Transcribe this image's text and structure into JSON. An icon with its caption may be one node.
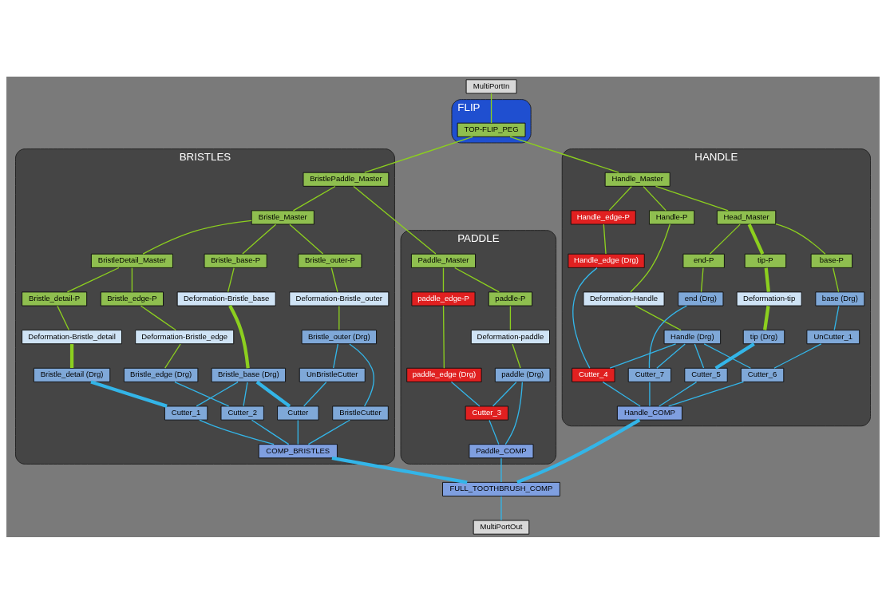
{
  "diagram": {
    "nodes": [
      {
        "text": [
          "MultiPortIn"
        ]
      },
      {
        "text": [
          "FLIP"
        ]
      },
      {
        "text": [
          "TOP-FLIP_PEG"
        ],
        "in": 1
      },
      {
        "text": [
          "BRISTLES"
        ]
      },
      {
        "text": [
          "BristlePaddle_Master"
        ],
        "in": 3
      },
      {
        "text": [
          "Bristle_Master"
        ],
        "in": 3
      },
      {
        "text": [
          "BristleDetail_Master"
        ],
        "in": 3
      },
      {
        "text": [
          "Bristle_outer-P"
        ],
        "in": 3
      },
      {
        "text": [
          "Bristle_detail-P"
        ],
        "in": 3
      },
      {
        "text": [
          "Bristle_edge-P"
        ],
        "in": 3
      },
      {
        "text": [
          "Bristle_base-P"
        ],
        "in": 3
      },
      {
        "text": [
          "Deformation-Bristle_outer"
        ],
        "in": 3
      },
      {
        "text": [
          "Deformation-Bristle_detail"
        ],
        "in": 3
      },
      {
        "text": [
          "Deformation-Bristle_edge"
        ],
        "in": 3
      },
      {
        "text": [
          "Deformation-Bristle_base"
        ],
        "in": 3
      },
      {
        "text": [
          "Bristle_outer (Drg)"
        ],
        "in": 3
      },
      {
        "text": [
          "Bristle_detail (Drg)"
        ],
        "in": 3
      },
      {
        "text": [
          "Bristle_edge (Drg)"
        ],
        "in": 3
      },
      {
        "text": [
          "Bristle_base (Drg)"
        ],
        "in": 3
      },
      {
        "text": [
          "BristleCutter"
        ],
        "in": 3
      },
      {
        "text": [
          "UnBristleCutter"
        ],
        "in": 3
      },
      {
        "text": [
          "Cutter_1"
        ],
        "in": 3
      },
      {
        "text": [
          "Cutter_2"
        ],
        "in": 3
      },
      {
        "text": [
          "Cutter"
        ],
        "in": 3
      },
      {
        "text": [
          "COMP_BRISTLES"
        ],
        "in": 3
      },
      {
        "text": [
          "PADDLE"
        ]
      },
      {
        "text": [
          "Paddle_Master"
        ],
        "in": 25
      },
      {
        "text": [
          "paddle_edge-P"
        ],
        "in": 25
      },
      {
        "text": [
          "paddle-P"
        ],
        "in": 25
      },
      {
        "text": [
          "Deformation-paddle"
        ],
        "in": 25
      },
      {
        "text": [
          "paddle_edge (Drg)"
        ],
        "in": 25
      },
      {
        "text": [
          "paddle (Drg)"
        ],
        "in": 25
      },
      {
        "text": [
          "Cutter_3"
        ],
        "in": 25
      },
      {
        "text": [
          "Paddle_COMP"
        ],
        "in": 25
      },
      {
        "text": [
          "HANDLE"
        ]
      },
      {
        "text": [
          "Handle_Master"
        ],
        "in": 34
      },
      {
        "text": [
          "Head_Master"
        ],
        "in": 34
      },
      {
        "text": [
          "base-P"
        ],
        "in": 34
      },
      {
        "text": [
          "Handle_edge-P"
        ],
        "in": 34
      },
      {
        "text": [
          "tip-P"
        ],
        "in": 34
      },
      {
        "text": [
          "Handle-P"
        ],
        "in": 34
      },
      {
        "text": [
          "end-P"
        ],
        "in": 34
      },
      {
        "text": [
          "Deformation-tip"
        ],
        "in": 34
      },
      {
        "text": [
          "Deformation-Handle"
        ],
        "in": 34
      },
      {
        "text": [
          "base (Drg)"
        ],
        "in": 34
      },
      {
        "text": [
          "Handle_edge (Drg)"
        ],
        "in": 34
      },
      {
        "text": [
          "tip (Drg)"
        ],
        "in": 34
      },
      {
        "text": [
          "Handle (Drg)"
        ],
        "in": 34
      },
      {
        "text": [
          "end (Drg)"
        ],
        "in": 34
      },
      {
        "text": [
          "UnCutter_1"
        ],
        "in": 34
      },
      {
        "text": [
          "Cutter_4"
        ],
        "in": 34
      },
      {
        "text": [
          "Cutter_5"
        ],
        "in": 34
      },
      {
        "text": [
          "Cutter_6"
        ],
        "in": 34
      },
      {
        "text": [
          "Cutter_7"
        ],
        "in": 34
      },
      {
        "text": [
          "Handle_COMP"
        ],
        "in": 34
      },
      {
        "text": [
          "FULL_TOOTHBRUSH_COMP"
        ]
      },
      {
        "text": [
          "MultiPortOut"
        ]
      }
    ],
    "edges": [
      {
        "from": 0,
        "to": 2,
        "arrow": "none",
        "color": "#8ccf1f"
      },
      {
        "from": 2,
        "to": 4,
        "arrow": "none",
        "color": "#8ccf1f"
      },
      {
        "from": 2,
        "to": 35,
        "arrow": "none",
        "color": "#8ccf1f"
      },
      {
        "from": 4,
        "to": 5,
        "arrow": "none",
        "color": "#8ccf1f"
      },
      {
        "from": 4,
        "to": 26,
        "arrow": "none",
        "color": "#8ccf1f"
      },
      {
        "from": 5,
        "to": 7,
        "arrow": "none",
        "color": "#8ccf1f"
      },
      {
        "from": 5,
        "to": 6,
        "arrow": "none",
        "color": "#8ccf1f"
      },
      {
        "from": 5,
        "to": 10,
        "arrow": "none",
        "color": "#8ccf1f"
      },
      {
        "from": 6,
        "to": 8,
        "arrow": "none",
        "color": "#8ccf1f"
      },
      {
        "from": 6,
        "to": 9,
        "arrow": "none",
        "color": "#8ccf1f"
      },
      {
        "from": 7,
        "to": 11,
        "arrow": "none",
        "color": "#8ccf1f"
      },
      {
        "from": 8,
        "to": 12,
        "arrow": "none",
        "color": "#8ccf1f"
      },
      {
        "from": 9,
        "to": 13,
        "arrow": "none",
        "color": "#8ccf1f"
      },
      {
        "from": 10,
        "to": 14,
        "arrow": "none",
        "color": "#8ccf1f"
      },
      {
        "from": 11,
        "to": 15,
        "arrow": "none",
        "color": "#8ccf1f"
      },
      {
        "from": 12,
        "to": 16,
        "arrow": "none",
        "color": "#8ccf1f",
        "style": "thick"
      },
      {
        "from": 13,
        "to": 17,
        "arrow": "none",
        "color": "#8ccf1f"
      },
      {
        "from": 14,
        "to": 18,
        "arrow": "none",
        "color": "#8ccf1f",
        "style": "thick"
      },
      {
        "from": 15,
        "to": 19,
        "arrow": "none",
        "color": "#33b5e8"
      },
      {
        "from": 15,
        "to": 20,
        "arrow": "none",
        "color": "#33b5e8"
      },
      {
        "from": 16,
        "to": 21,
        "arrow": "none",
        "color": "#33b5e8",
        "style": "thick"
      },
      {
        "from": 18,
        "to": 21,
        "arrow": "none",
        "color": "#33b5e8"
      },
      {
        "from": 17,
        "to": 22,
        "arrow": "none",
        "color": "#33b5e8"
      },
      {
        "from": 18,
        "to": 22,
        "arrow": "none",
        "color": "#33b5e8"
      },
      {
        "from": 20,
        "to": 23,
        "arrow": "none",
        "color": "#33b5e8"
      },
      {
        "from": 18,
        "to": 23,
        "arrow": "none",
        "color": "#33b5e8",
        "style": "thick"
      },
      {
        "from": 19,
        "to": 24,
        "arrow": "none",
        "color": "#33b5e8"
      },
      {
        "from": 21,
        "to": 24,
        "arrow": "none",
        "color": "#33b5e8"
      },
      {
        "from": 22,
        "to": 24,
        "arrow": "none",
        "color": "#33b5e8"
      },
      {
        "from": 23,
        "to": 24,
        "arrow": "none",
        "color": "#33b5e8"
      },
      {
        "from": 26,
        "to": 27,
        "arrow": "none",
        "color": "#8ccf1f"
      },
      {
        "from": 26,
        "to": 28,
        "arrow": "none",
        "color": "#8ccf1f"
      },
      {
        "from": 28,
        "to": 29,
        "arrow": "none",
        "color": "#8ccf1f"
      },
      {
        "from": 27,
        "to": 30,
        "arrow": "none",
        "color": "#8ccf1f"
      },
      {
        "from": 29,
        "to": 31,
        "arrow": "none",
        "color": "#8ccf1f"
      },
      {
        "from": 30,
        "to": 32,
        "arrow": "none",
        "color": "#33b5e8"
      },
      {
        "from": 31,
        "to": 32,
        "arrow": "none",
        "color": "#33b5e8"
      },
      {
        "from": 32,
        "to": 33,
        "arrow": "none",
        "color": "#33b5e8"
      },
      {
        "from": 31,
        "to": 33,
        "arrow": "none",
        "color": "#33b5e8"
      },
      {
        "from": 35,
        "to": 36,
        "arrow": "none",
        "color": "#8ccf1f"
      },
      {
        "from": 35,
        "to": 38,
        "arrow": "none",
        "color": "#8ccf1f"
      },
      {
        "from": 35,
        "to": 40,
        "arrow": "none",
        "color": "#8ccf1f"
      },
      {
        "from": 36,
        "to": 37,
        "arrow": "none",
        "color": "#8ccf1f"
      },
      {
        "from": 36,
        "to": 39,
        "arrow": "none",
        "color": "#8ccf1f",
        "style": "thick"
      },
      {
        "from": 36,
        "to": 41,
        "arrow": "none",
        "color": "#8ccf1f"
      },
      {
        "from": 39,
        "to": 42,
        "arrow": "none",
        "color": "#8ccf1f",
        "style": "thick"
      },
      {
        "from": 40,
        "to": 43,
        "arrow": "none",
        "color": "#8ccf1f"
      },
      {
        "from": 37,
        "to": 44,
        "arrow": "none",
        "color": "#8ccf1f"
      },
      {
        "from": 38,
        "to": 45,
        "arrow": "none",
        "color": "#8ccf1f"
      },
      {
        "from": 42,
        "to": 46,
        "arrow": "none",
        "color": "#8ccf1f",
        "style": "thick"
      },
      {
        "from": 43,
        "to": 47,
        "arrow": "none",
        "color": "#8ccf1f"
      },
      {
        "from": 41,
        "to": 48,
        "arrow": "none",
        "color": "#8ccf1f"
      },
      {
        "from": 44,
        "to": 49,
        "arrow": "none",
        "color": "#33b5e8"
      },
      {
        "from": 49,
        "to": 52,
        "arrow": "none",
        "color": "#33b5e8"
      },
      {
        "from": 45,
        "to": 50,
        "arrow": "none",
        "color": "#33b5e8"
      },
      {
        "from": 47,
        "to": 50,
        "arrow": "none",
        "color": "#33b5e8"
      },
      {
        "from": 46,
        "to": 51,
        "arrow": "none",
        "color": "#33b5e8",
        "style": "thick"
      },
      {
        "from": 47,
        "to": 51,
        "arrow": "none",
        "color": "#33b5e8"
      },
      {
        "from": 47,
        "to": 52,
        "arrow": "none",
        "color": "#33b5e8"
      },
      {
        "from": 47,
        "to": 53,
        "arrow": "none",
        "color": "#33b5e8"
      },
      {
        "from": 48,
        "to": 53,
        "arrow": "none",
        "color": "#33b5e8"
      },
      {
        "from": 50,
        "to": 54,
        "arrow": "none",
        "color": "#33b5e8"
      },
      {
        "from": 51,
        "to": 54,
        "arrow": "none",
        "color": "#33b5e8"
      },
      {
        "from": 52,
        "to": 54,
        "arrow": "none",
        "color": "#33b5e8"
      },
      {
        "from": 53,
        "to": 54,
        "arrow": "none",
        "color": "#33b5e8"
      },
      {
        "from": 24,
        "to": 55,
        "arrow": "none",
        "color": "#33b5e8",
        "style": "thick"
      },
      {
        "from": 33,
        "to": 55,
        "arrow": "none",
        "color": "#33b5e8"
      },
      {
        "from": 54,
        "to": 55,
        "arrow": "none",
        "color": "#33b5e8",
        "style": "thick"
      },
      {
        "from": 55,
        "to": 56,
        "arrow": "none",
        "color": "#33b5e8"
      }
    ]
  }
}
